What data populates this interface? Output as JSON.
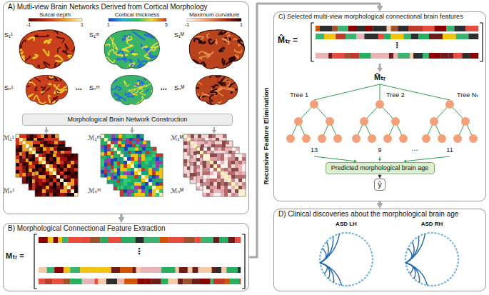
{
  "diagram": {
    "nodes": [
      {
        "text": [
          "A) Mutli-view Brain Networks Derived from Cortical Morphology"
        ]
      },
      {
        "text": [
          "Morphological Brain Network Construction"
        ],
        "in": 0
      },
      {
        "text": [
          "B) Morphological Connectional Feature Extraction"
        ]
      },
      {
        "text": [
          "C) Selected multi-view morphological connectional brain features"
        ]
      },
      {
        "text": [
          "Predicted morphological brain age"
        ],
        "in": 3
      },
      {
        "text": [
          "ŷ"
        ],
        "in": 3
      },
      {
        "text": [
          "D) Clinical discoveries about the morphological brain age"
        ]
      }
    ],
    "edges": [
      {
        "from": 0,
        "to": 2,
        "arrow": "to"
      },
      {
        "from": 2,
        "to": 3,
        "arrow": "to"
      },
      {
        "from": 3,
        "to": 6,
        "arrow": "to"
      },
      {
        "from": 4,
        "to": 5,
        "arrow": "to"
      }
    ],
    "labels": [
      "Sulcal depth",
      "-1",
      "1",
      "Cortical thickness",
      "1",
      "5",
      "Maximum curvature",
      "-1",
      "1",
      "S₁¹",
      "Sₙ¹",
      "S₁ᵐ",
      "Sₙᵐ",
      "S₁ᴹ",
      "Sₙᴹ",
      "⋯",
      "⋯",
      "ℳ₁¹",
      "ℳₙ¹",
      "ℳ₁ᵐ",
      "ℳₙᵐ",
      "ℳ₁ᴹ",
      "ℳₙᴹ",
      "Mₜᵣ =",
      "⋮",
      "M̂ₜᵣ =",
      "⋮",
      "M̂ₜᵣ",
      "Tree 1",
      "Tree 2",
      "Tree Nₜ",
      "13",
      "9",
      "⋯",
      "11",
      "Recursive Feature Elimination",
      "ASD LH",
      "ASD RH"
    ]
  }
}
